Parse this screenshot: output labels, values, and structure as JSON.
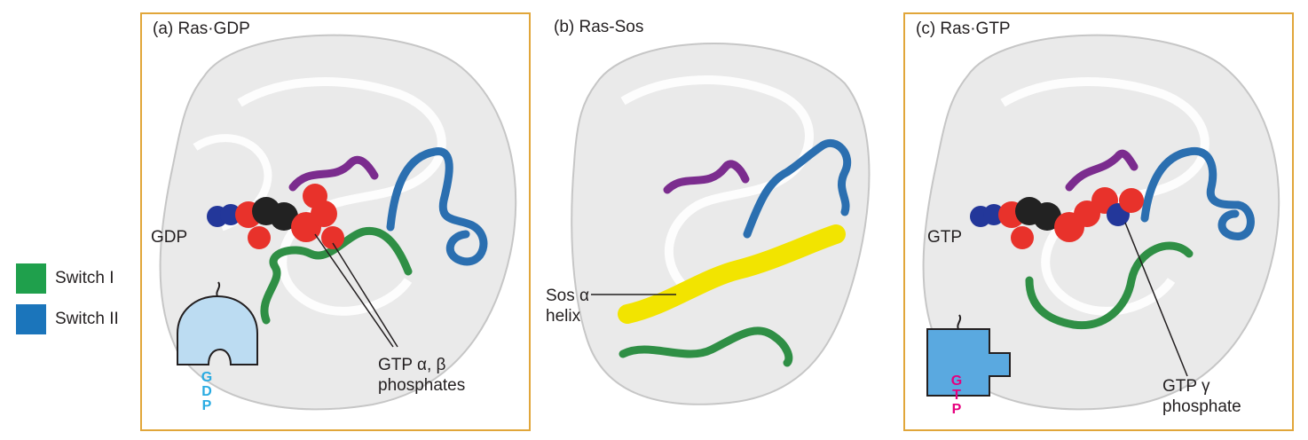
{
  "legend": {
    "items": [
      {
        "label": "Switch I",
        "color": "#1fa04c"
      },
      {
        "label": "Switch II",
        "color": "#1b75bb"
      }
    ]
  },
  "panels": [
    {
      "title": "(a) Ras·GDP",
      "nucleotide_label": "GDP",
      "callout_line1": "GTP α, β",
      "callout_line2": "phosphates",
      "icon_letters": [
        "G",
        "D",
        "P"
      ],
      "icon_color": "#29abe2"
    },
    {
      "title": "(b) Ras-Sos",
      "callout_line1": "Sos α",
      "callout_line2": "helix"
    },
    {
      "title": "(c) Ras·GTP",
      "nucleotide_label": "GTP",
      "callout_line1": "GTP γ",
      "callout_line2": "phosphate",
      "icon_letters": [
        "G",
        "T",
        "P"
      ],
      "icon_color": "#e6007e"
    }
  ],
  "colors": {
    "frame": "#e1a63a",
    "switch1": "#2f8f45",
    "switch2": "#2b6fb0",
    "ploop": "#7b2c8e",
    "sos_helix": "#f2e400",
    "carbon": "#222222",
    "oxygen": "#e8322b",
    "nitrogen": "#23379a"
  }
}
